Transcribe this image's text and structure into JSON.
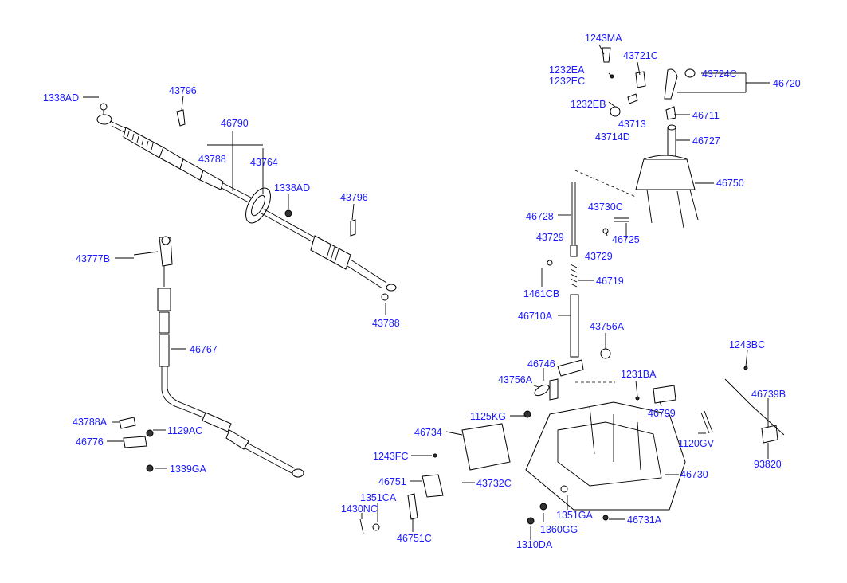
{
  "diagram": {
    "labels": [
      "1243MA",
      "43721C",
      "1232EA",
      "1232EC",
      "43724C",
      "46720",
      "1232EB",
      "43713",
      "46711",
      "43714D",
      "46727",
      "46750",
      "1338AD",
      "43796",
      "46790",
      "43788",
      "43764",
      "1338AD",
      "43796",
      "46728",
      "43730C",
      "46725",
      "43729",
      "43729",
      "43777B",
      "46719",
      "1461CB",
      "46710A",
      "43788",
      "43756A",
      "46767",
      "46746",
      "1231BA",
      "43756A",
      "1243BC",
      "46739B",
      "46799",
      "1125KG",
      "43788A",
      "1129AC",
      "46734",
      "1120GV",
      "46776",
      "1243FC",
      "93820",
      "1339GA",
      "46751",
      "43732C",
      "46730",
      "1351CA",
      "1430NC",
      "1351GA",
      "46731A",
      "1360GG",
      "46751C",
      "1310DA"
    ],
    "label_color": "#1a1aff",
    "line_color": "#000000"
  }
}
